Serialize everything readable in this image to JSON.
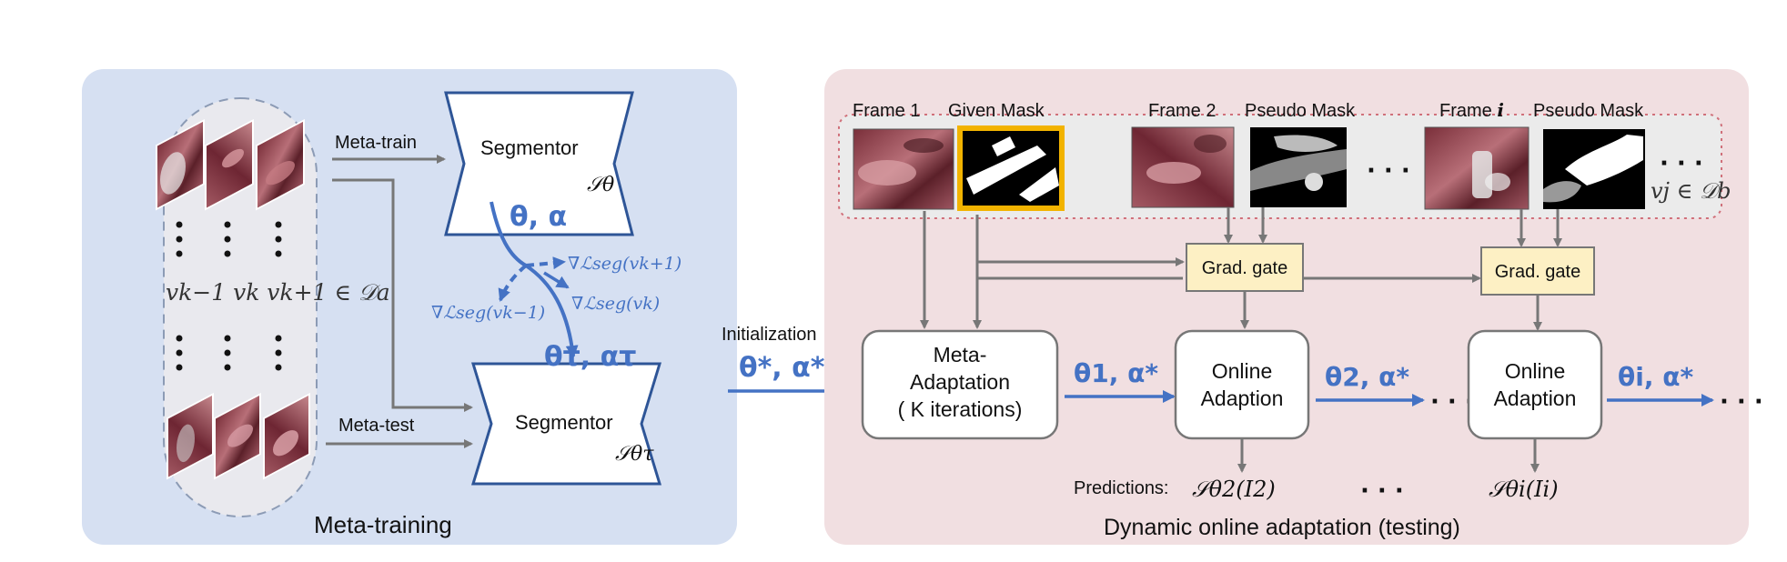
{
  "meta_training": {
    "panel_label": "Meta-training",
    "meta_train_label": "Meta-train",
    "meta_test_label": "Meta-test",
    "segmentor_top_label": "Segmentor",
    "segmentor_top_sym": "𝒮θ",
    "segmentor_bottom_label": "Segmentor",
    "segmentor_bottom_sym": "𝒮θτ",
    "params_top": "θ, α",
    "params_bottom": "θτ, ατ",
    "grad_k_minus_1": "∇ℒseg(vk−1)",
    "grad_k": "∇ℒseg(vk)",
    "grad_k_plus_1": "∇ℒseg(vk+1)",
    "video_labels": "vk−1  vk  vk+1 ∈ 𝒟a",
    "colors": {
      "panel_bg": "#d6e0f2",
      "accent_blue": "#4472c4",
      "arrow_gray": "#777777"
    }
  },
  "initialization": {
    "label": "Initialization",
    "params": "θ*, α*"
  },
  "online": {
    "panel_label": "Dynamic online adaptation (testing)",
    "frame_1_label": "Frame 1",
    "given_mask_label": "Given Mask",
    "frame_2_label": "Frame 2",
    "pseudo_mask_label_1": "Pseudo Mask",
    "frame_i_label_prefix": "Frame ",
    "frame_i_label_var": "i",
    "pseudo_mask_label_2": "Pseudo Mask",
    "strip_set_label": "vj ∈ 𝒟b",
    "ellipsis": "· · ·",
    "grad_gate_label_1": "Grad. gate",
    "grad_gate_label_2": "Grad. gate",
    "meta_adapt_line1": "Meta-",
    "meta_adapt_line2": "Adaptation",
    "meta_adapt_line3": "( K iterations)",
    "online_adapt_1_line1": "Online",
    "online_adapt_1_line2": "Adaption",
    "online_adapt_2_line1": "Online",
    "online_adapt_2_line2": "Adaption",
    "theta_1": "θ1, α*",
    "theta_2": "θ2, α*",
    "theta_i": "θi, α*",
    "predictions_label": "Predictions:",
    "prediction_2": "𝒮θ2(I2)",
    "prediction_i": "𝒮θi(Ii)",
    "colors": {
      "panel_bg": "#f1dfe1",
      "gate_fill": "#fdf0c4",
      "given_mask_border": "#f2b300",
      "strip_border": "#d0707a"
    }
  }
}
